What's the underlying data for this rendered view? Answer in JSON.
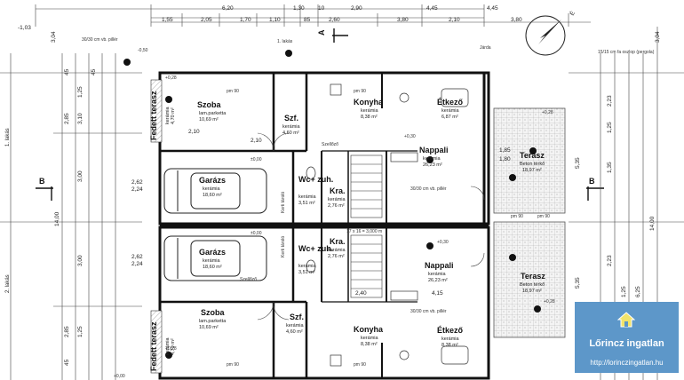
{
  "dims": {
    "top_row1": [
      "6,20",
      "1,30",
      "10",
      "2,90",
      "4,45",
      "4,45"
    ],
    "top_row2": [
      "1,55",
      "2,05",
      "1,70",
      "1,10",
      "85",
      "2,60",
      "3,80",
      "2,10",
      "3,80"
    ],
    "left_a": [
      "-1,03",
      "3,04"
    ],
    "right_a": [
      "3,04"
    ],
    "left_cols": [
      "45",
      "2,85",
      "1,25",
      "3,10",
      "3,00",
      "45",
      "14,00",
      "3,00",
      "1,25",
      "2,85",
      "45"
    ],
    "right_cols": [
      "2,23",
      "1,25",
      "5,35",
      "1,35",
      "5,35",
      "2,23",
      "1,25",
      "6,25",
      "14,00"
    ]
  },
  "rooms": {
    "szoba1": {
      "name": "Szoba",
      "floor": "lam.parketta",
      "area": "10,69 m²"
    },
    "szf1": {
      "name": "Szf.",
      "floor": "kerámia",
      "area": "4,60 m²"
    },
    "konyha1": {
      "name": "Konyha",
      "floor": "kerámia",
      "area": "8,38 m²"
    },
    "etkezo1": {
      "name": "Étkező",
      "floor": "kerámia",
      "area": "6,87 m²"
    },
    "nappali1": {
      "name": "Nappali",
      "floor": "kerámia",
      "area": "26,23 m²"
    },
    "terasz1": {
      "name": "Terasz",
      "floor": "Beton térkő",
      "area": "18,97 m²"
    },
    "garazs1": {
      "name": "Garázs",
      "floor": "kerámia",
      "area": "18,60 m²"
    },
    "wc1": {
      "name": "Wc+ zuh.",
      "floor": "kerámia",
      "area": "3,51 m²"
    },
    "kra1": {
      "name": "Kra.",
      "floor": "kerámia",
      "area": "2,76 m²"
    },
    "garazs2": {
      "name": "Garázs",
      "floor": "kerámia",
      "area": "18,60 m²"
    },
    "wc2": {
      "name": "Wc+ zuh.",
      "floor": "kerámia",
      "area": "3,51 m²"
    },
    "kra2": {
      "name": "Kra.",
      "floor": "kerámia",
      "area": "2,76 m²"
    },
    "nappali2": {
      "name": "Nappali",
      "floor": "kerámia",
      "area": "26,23 m²"
    },
    "terasz2": {
      "name": "Terasz",
      "floor": "Beton térkő",
      "area": "18,97 m²"
    },
    "szoba2": {
      "name": "Szoba",
      "floor": "lam.parketta",
      "area": "10,69 m²"
    },
    "szf2": {
      "name": "Szf.",
      "floor": "kerámia",
      "area": "4,60 m²"
    },
    "konyha2": {
      "name": "Konyha",
      "floor": "kerámia",
      "area": "8,38 m²"
    },
    "etkezo2": {
      "name": "Étkező",
      "floor": "kerámia",
      "area": "8,38 m²"
    },
    "fedett1": {
      "name": "Fedett terasz",
      "floor": "kerámia",
      "area": "4,70 m²"
    },
    "fedett2": {
      "name": "Fedett terasz",
      "floor": "kerámia",
      "area": "4,70 m²"
    }
  },
  "annotations": {
    "lakas1": "1. lakás",
    "lakas2": "2. lakás",
    "pillar_note1": "30/30 cm vb. pillér",
    "pillar_note2": "30/30 cm vb. pillér",
    "pillar_note3": "30/30 cm vb. pillér",
    "pergola_note": "15/15 cm fa oszlop (pergola)",
    "jarda": "Járda",
    "szellozo1": "Szellőző",
    "szellozo2": "Szellőző",
    "keti_tarolo1": "Kerti tároló",
    "keti_tarolo2": "Kerti tároló",
    "stairs": "17 x 16 = 3,000 m",
    "section_b": "B",
    "section_a": "A",
    "levels": {
      "l1": "+0,28",
      "l2": "±0,00",
      "l3": "+0,30",
      "l4": "+0,28",
      "l5": "±0,00",
      "l6": "+0,30",
      "l7": "+0,28",
      "l8": "+0,28",
      "l9": "+0,00",
      "l10": "-0,50"
    },
    "pm90": "pm 90",
    "dims_inner": {
      "d1": "2,10",
      "d2": "2,10",
      "d3": "2,40",
      "d4": "4,15",
      "d5": "2,62",
      "d6": "2,24",
      "d7": "2,62",
      "d8": "2,24",
      "d9": "1,85",
      "d10": "1,80"
    }
  },
  "badge": {
    "name": "Lőrincz ingatlan",
    "url": "http://lorinczingatlan.hu"
  }
}
